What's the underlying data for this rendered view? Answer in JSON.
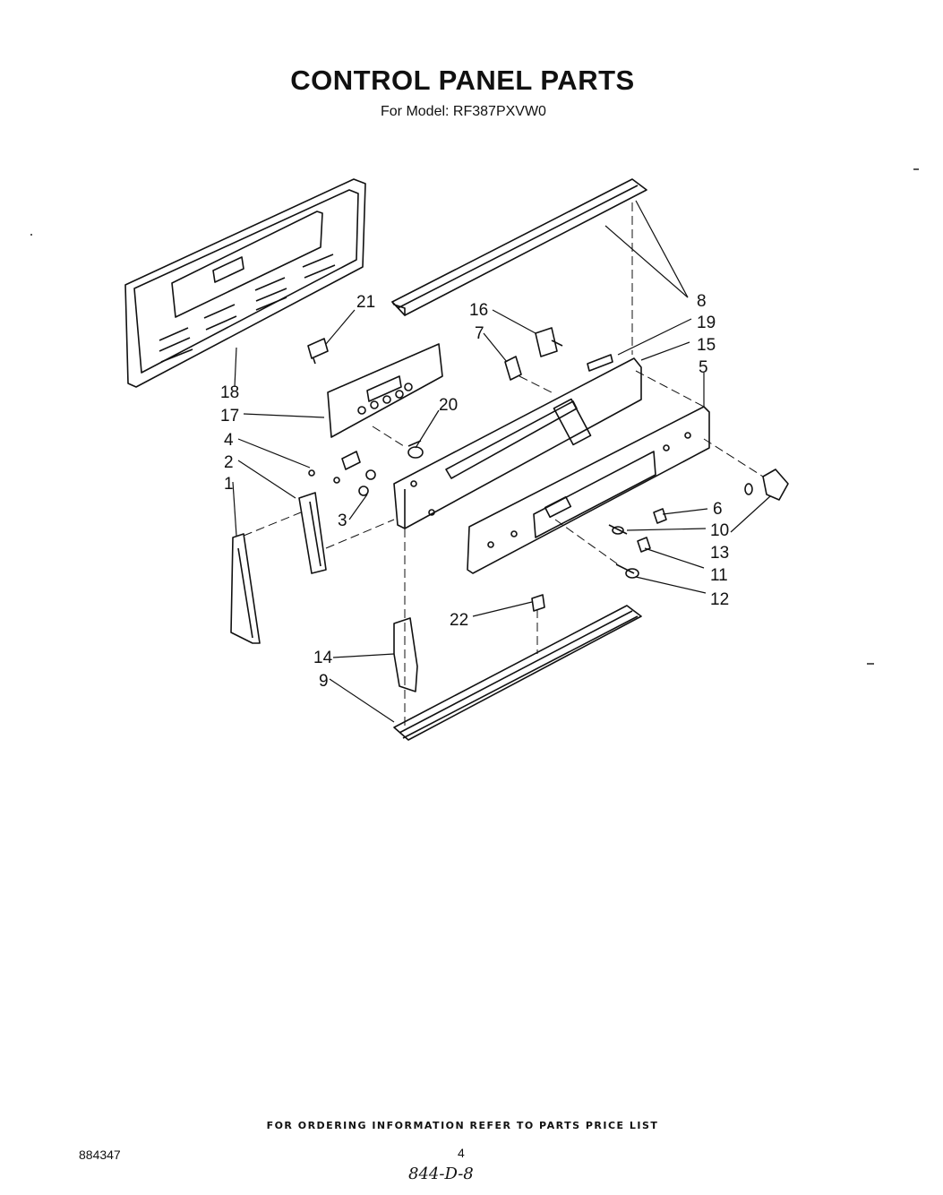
{
  "title": "CONTROL PANEL PARTS",
  "subtitle": "For Model: RF387PXVW0",
  "callouts": [
    "1",
    "2",
    "3",
    "4",
    "5",
    "6",
    "7",
    "8",
    "9",
    "10",
    "11",
    "12",
    "13",
    "14",
    "15",
    "16",
    "17",
    "18",
    "19",
    "20",
    "21",
    "22"
  ],
  "footer_note": "FOR ORDERING INFORMATION REFER TO PARTS PRICE LIST",
  "doc_number": "884347",
  "page_number": "4",
  "handwritten_code": "844-D-8"
}
